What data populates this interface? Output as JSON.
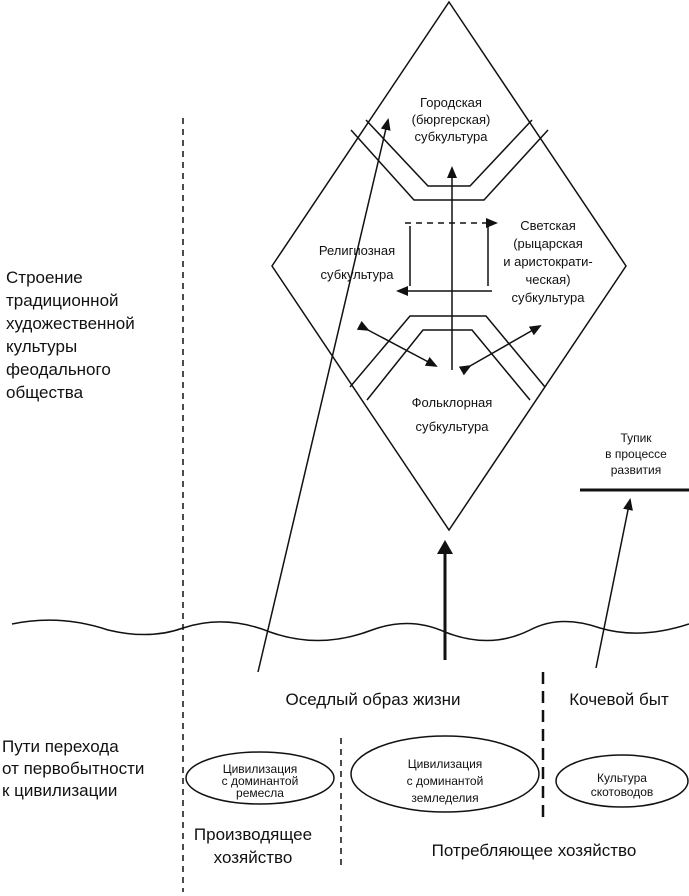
{
  "left_labels": {
    "structure": [
      "Строение",
      "традиционной",
      "художественной",
      "культуры",
      "феодального",
      "общества"
    ],
    "paths": [
      "Пути перехода",
      "от первобытности",
      "к цивилизации"
    ]
  },
  "subcultures": {
    "urban": [
      "Городская",
      "(бюргерская)",
      "субкультура"
    ],
    "religious": [
      "Религиозная",
      "субкультура"
    ],
    "secular": [
      "Светская",
      "(рыцарская",
      "и аристократи-",
      "ческая)",
      "субкультура"
    ],
    "folk": [
      "Фольклорная",
      "субкультура"
    ]
  },
  "dead_end": [
    "Тупик",
    "в процессе",
    "развития"
  ],
  "lifestyles": {
    "settled": "Оседлый образ жизни",
    "nomadic": "Кочевой быт"
  },
  "ellipses": {
    "craft": [
      "Цивилизация",
      "с доминантой",
      "ремесла"
    ],
    "agriculture": [
      "Цивилизация",
      "с доминантой",
      "земледелия"
    ],
    "herders": [
      "Культура",
      "скотоводов"
    ]
  },
  "economy": {
    "producing": [
      "Производящее",
      "хозяйство"
    ],
    "consuming": "Потребляющее хозяйство"
  }
}
